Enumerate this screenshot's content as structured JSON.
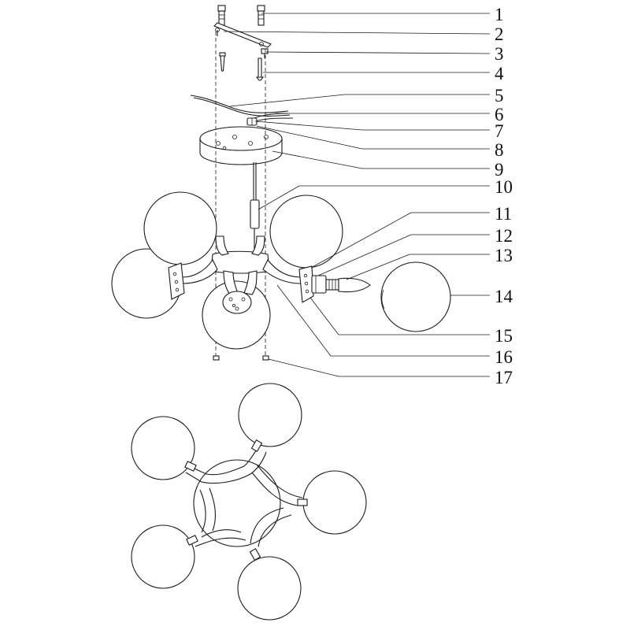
{
  "diagram": {
    "callouts": [
      {
        "number": "1"
      },
      {
        "number": "2"
      },
      {
        "number": "3"
      },
      {
        "number": "4"
      },
      {
        "number": "5"
      },
      {
        "number": "6"
      },
      {
        "number": "7"
      },
      {
        "number": "8"
      },
      {
        "number": "9"
      },
      {
        "number": "10"
      },
      {
        "number": "11"
      },
      {
        "number": "12"
      },
      {
        "number": "13"
      },
      {
        "number": "14"
      },
      {
        "number": "15"
      },
      {
        "number": "16"
      },
      {
        "number": "17"
      }
    ],
    "colors": {
      "line": "#1a1a1a",
      "background": "#ffffff"
    }
  }
}
